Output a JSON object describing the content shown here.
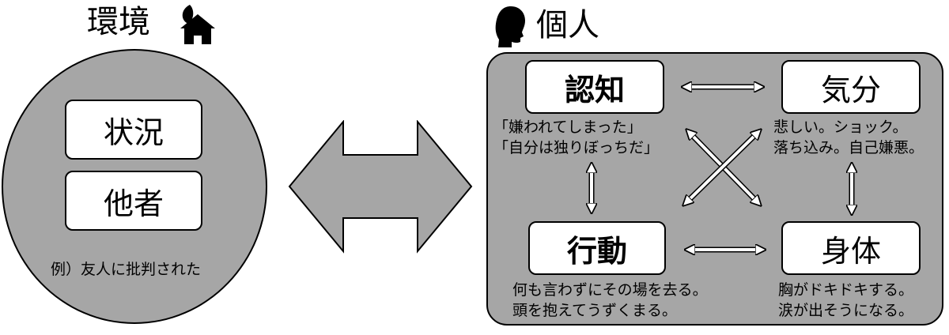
{
  "environment": {
    "title": "環境",
    "items": [
      "状況",
      "他者"
    ],
    "example": "例）友人に批判された"
  },
  "individual": {
    "title": "個人",
    "cognition": {
      "label": "認知",
      "lines": [
        "「嫌われてしまった」",
        "「自分は独りぼっちだ」"
      ]
    },
    "mood": {
      "label": "気分",
      "lines": [
        "悲しい。ショック。",
        "落ち込み。自己嫌悪。"
      ]
    },
    "behavior": {
      "label": "行動",
      "lines": [
        "何も言わずにその場を去る。",
        "頭を抱えてうずくまる。"
      ]
    },
    "body": {
      "label": "身体",
      "lines": [
        "胸がドキドキする。",
        "涙が出そうになる。"
      ]
    }
  },
  "icons": [
    "leaf-house-icon",
    "head-silhouette-icon"
  ],
  "colors": {
    "fill": "#a6a6a6",
    "box": "#ffffff",
    "stroke": "#000000"
  }
}
